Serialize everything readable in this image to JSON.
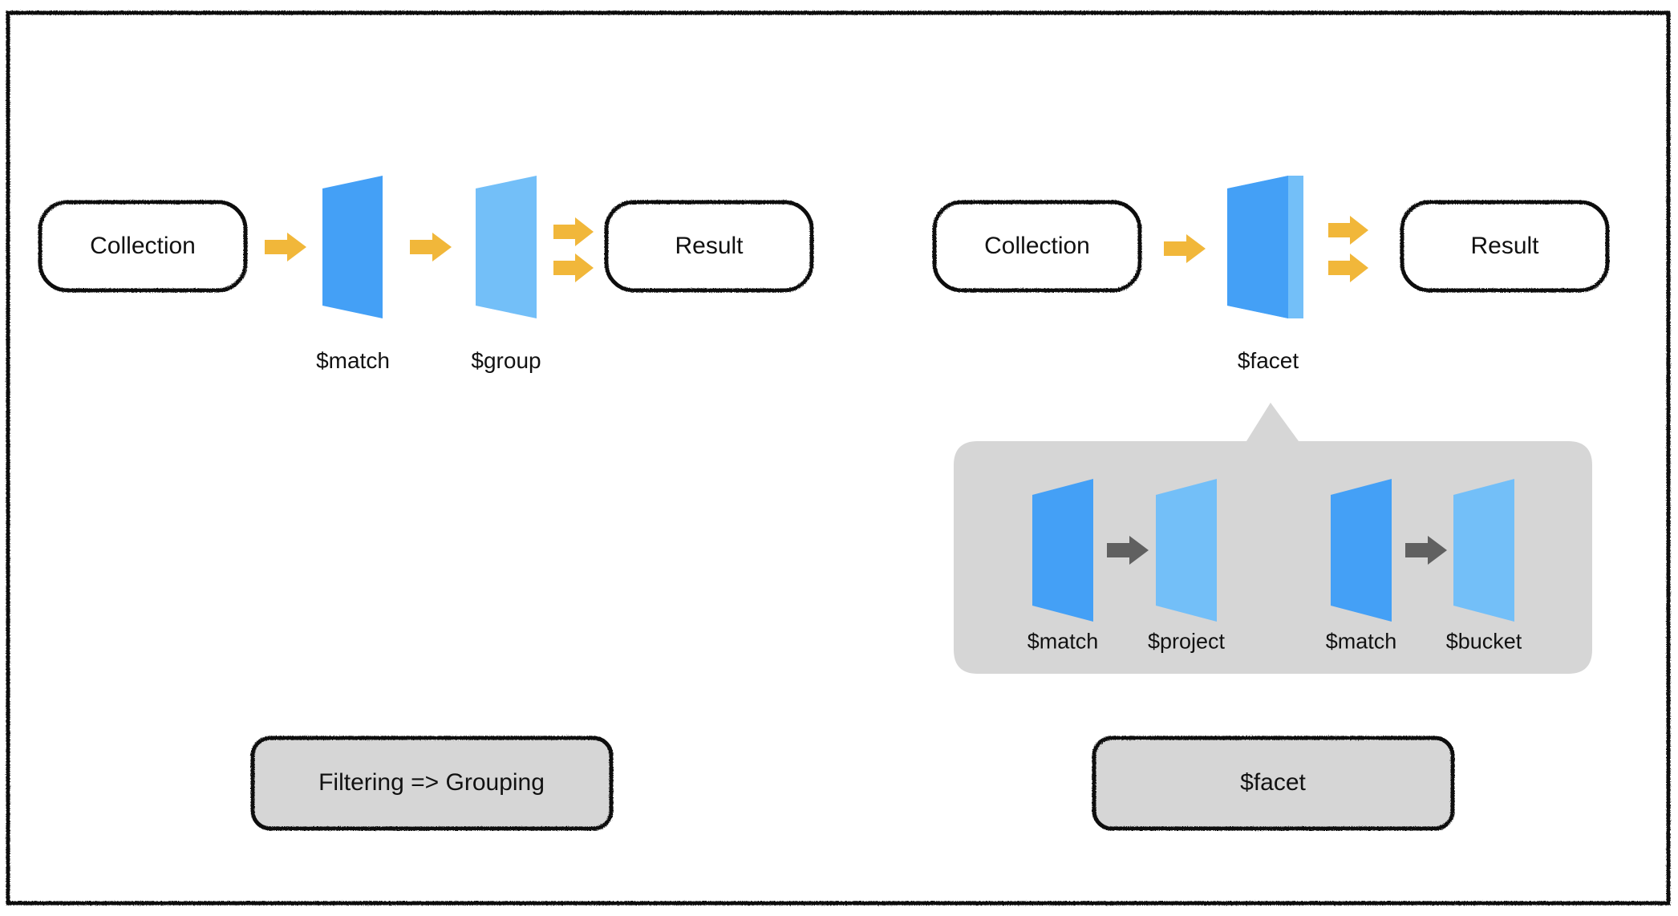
{
  "colors": {
    "stage_dark": "#44a0f6",
    "stage_light": "#73bff8",
    "arrow_primary": "#f1b73a",
    "arrow_sub": "#606060",
    "callout_bg": "#d6d6d6",
    "caption_bg": "#d6d6d6",
    "stroke": "#111111"
  },
  "left_panel": {
    "collection_label": "Collection",
    "result_label": "Result",
    "stage1_label": "$match",
    "stage2_label": "$group",
    "caption": "Filtering => Grouping"
  },
  "right_panel": {
    "collection_label": "Collection",
    "result_label": "Result",
    "facet_label": "$facet",
    "caption": "$facet",
    "sub_pipelines": [
      {
        "first_label": "$match",
        "second_label": "$project"
      },
      {
        "first_label": "$match",
        "second_label": "$bucket"
      }
    ]
  }
}
